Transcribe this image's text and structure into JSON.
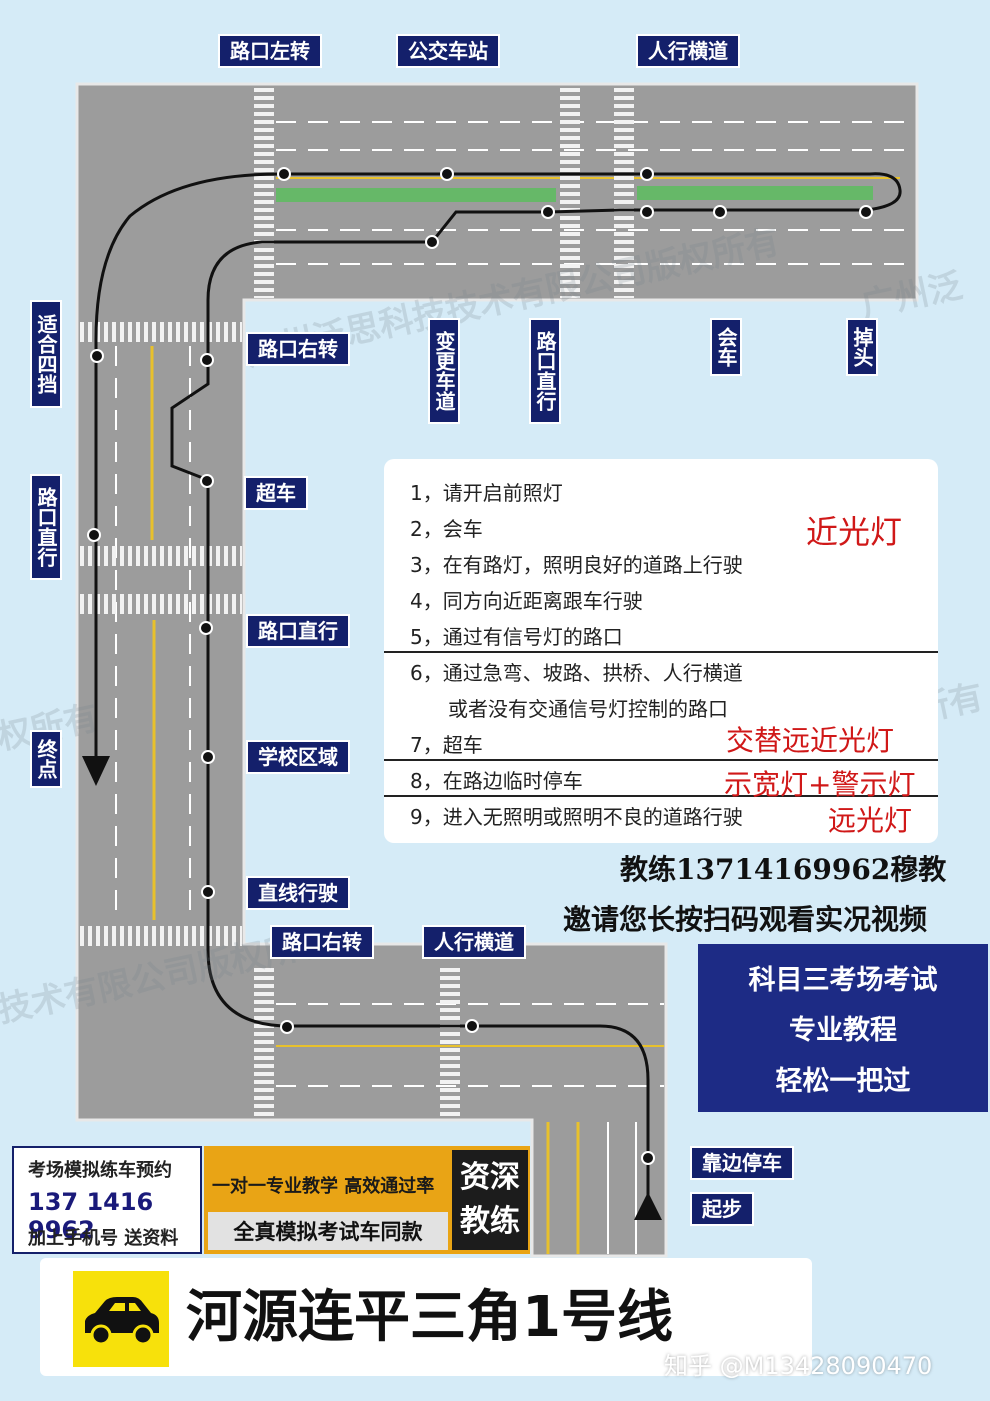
{
  "map": {
    "top_labels": [
      "路口左转",
      "公交车站",
      "人行横道"
    ],
    "side_labels_vertical": {
      "left_1": "适合四挡",
      "left_2": "路口直行",
      "left_3": "终点",
      "top_1": "变更车道",
      "top_2": "路口直行",
      "top_3": "会车",
      "top_4": "掉头"
    },
    "side_labels": {
      "right_turn_1": "路口右转",
      "overtake": "超车",
      "straight": "路口直行",
      "school": "学校区域",
      "line_drive": "直线行驶",
      "right_turn_2": "路口右转",
      "crosswalk_2": "人行横道",
      "pull_over": "靠边停车",
      "start": "起步"
    }
  },
  "light_rules": {
    "items": [
      "1，请开启前照灯",
      "2，会车",
      "3，在有路灯，照明良好的道路上行驶",
      "4，同方向近距离跟车行驶",
      "5，通过有信号灯的路口",
      "6，通过急弯、坡路、拱桥、人行横道",
      "或者没有交通信号灯控制的路口",
      "7，超车",
      "8，在路边临时停车",
      "9，进入无照明或照明不良的道路行驶"
    ],
    "categories": {
      "low_beam": "近光灯",
      "alternate": "交替远近光灯",
      "hazard": "示宽灯+警示灯",
      "high_beam": "远光灯"
    }
  },
  "contact": {
    "coach": "教练13714169962穆教",
    "invite": "邀请您长按扫码观看实况视频"
  },
  "promo": [
    "科目三考场考试",
    "专业教程",
    "轻松一把过"
  ],
  "ad_left": {
    "line1": "考场模拟练车预约",
    "phone": "137 1416 9962",
    "line3": "加上手机号  送资料"
  },
  "ad_right": {
    "line1": "一对一专业教学 高效通过率",
    "line2": "全真模拟考试车同款",
    "badge": [
      "资深",
      "教练"
    ]
  },
  "banner": {
    "title": "河源连平三角1号线",
    "icon": "car-icon"
  },
  "credit": "知乎 @M13428090470",
  "watermarks": [
    "广州泛思科技技术有限公司版权所有",
    "广州泛",
    "权所有",
    "技术有限公司版权所有",
    "公司版权所有"
  ],
  "colors": {
    "background": "#d5ebf7",
    "road": "#9e9e9e",
    "label_bg": "#14206b",
    "median": "#66b868",
    "lane_yellow": "#e8c12c",
    "accent_red": "#d01818",
    "promo_bg": "#1d2b85",
    "banner_icon": "#f7e10b"
  }
}
